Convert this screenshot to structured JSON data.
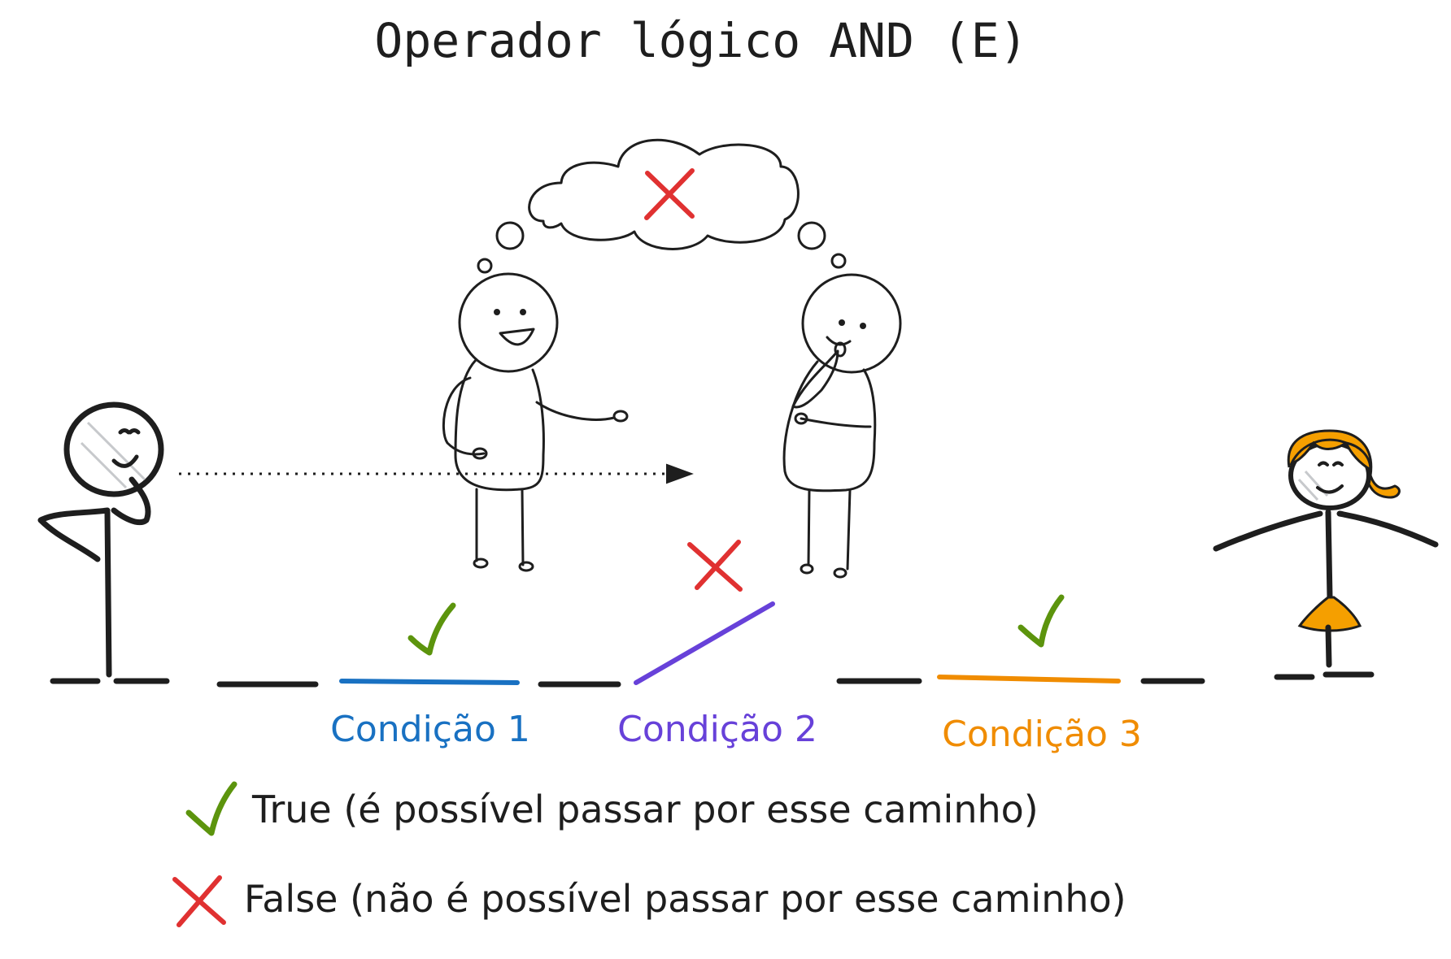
{
  "title": "Operador lógico AND (E)",
  "conditions": [
    {
      "label": "Condição 1",
      "state": "true",
      "color": "#1971c2"
    },
    {
      "label": "Condição 2",
      "state": "false",
      "color": "#6741d9"
    },
    {
      "label": "Condição 3",
      "state": "true",
      "color": "#f08c00"
    }
  ],
  "legend": {
    "true_text": "True (é possível passar por esse caminho)",
    "false_text": "False (não é possível passar por esse caminho)"
  },
  "colors": {
    "ink": "#1e1e1e",
    "check": "#5c940d",
    "cross": "#e03131",
    "girl": "#f59f00"
  },
  "icons": [
    "check-icon",
    "cross-icon",
    "thought-cloud",
    "arrow-head"
  ]
}
